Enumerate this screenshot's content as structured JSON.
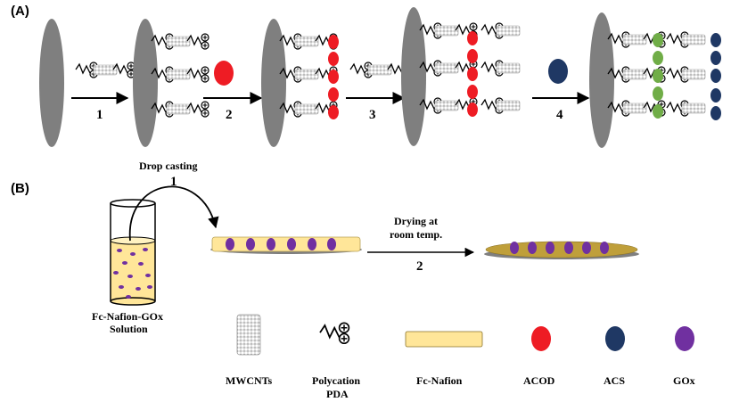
{
  "panel_a": {
    "label": "(A)",
    "steps": [
      "1",
      "2",
      "3",
      "4"
    ]
  },
  "panel_b": {
    "label": "(B)",
    "drop_casting": "Drop casting",
    "step1": "1",
    "drying_line1": "Drying at",
    "drying_line2": "room temp.",
    "step2": "2",
    "solution_line1": "Fc-Nafion-GOx",
    "solution_line2": "Solution"
  },
  "legend": {
    "mwcnts": "MWCNTs",
    "polycation_line1": "Polycation",
    "polycation_line2": "PDA",
    "fc_nafion": "Fc-Nafion",
    "acod": "ACOD",
    "acs": "ACS",
    "gox": "GOx"
  },
  "colors": {
    "electrode": "#7f7f7f",
    "acod": "#ee1c24",
    "acs": "#1f3864",
    "gox": "#7030a0",
    "green": "#70ad47",
    "nafion": "#ffe699",
    "cnt": "#bfbfbf"
  }
}
